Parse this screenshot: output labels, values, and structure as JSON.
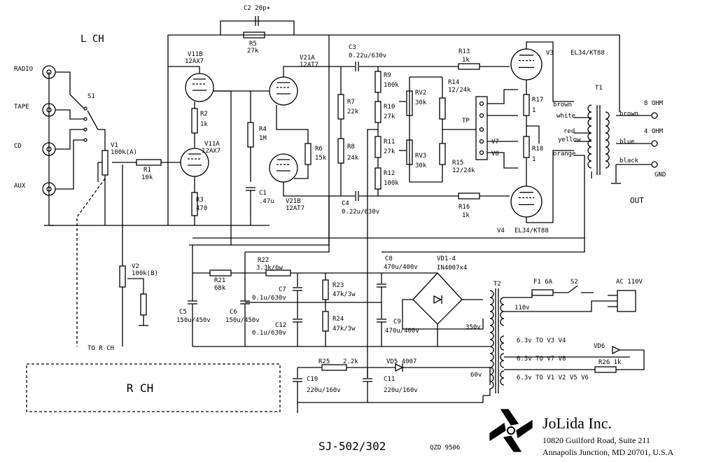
{
  "title": "L CH",
  "r_ch": "R CH",
  "out_label": "OUT",
  "model": "SJ-502/302",
  "drawn": "QZD 9506",
  "company": {
    "name": "JoLida Inc.",
    "address1": "10820 Guilford Road, Suite 211",
    "address2": "Annapolis Junction, MD 20701, U.S.A"
  },
  "inputs": [
    "RADIO",
    "TAPE",
    "CD",
    "AUX"
  ],
  "to_r_ch": "TO R CH",
  "labels": {
    "s1": "S1",
    "v1a": "V1",
    "v1b": "100k(A)",
    "v2a": "V2",
    "v2b": "100k(B)",
    "r1a": "R1",
    "r1b": "10k",
    "r2a": "R2",
    "r2b": "1k",
    "r3a": "R3",
    "r3b": "470",
    "r4a": "R4",
    "r4b": "1M",
    "r5a": "R5",
    "r5b": "27k",
    "c2": "C2 20p+",
    "v11b_a": "V11B",
    "v11b_b": "12AX7",
    "v11a_a": "V11A",
    "v11a_b": "12AX7",
    "v21a_a": "V21A",
    "v21a_b": "12AT7",
    "v21b_a": "V21B",
    "v21b_b": "12AT7",
    "c1a": "C1",
    "c1b": ".47u",
    "r6a": "R6",
    "r6b": "15k",
    "r7a": "R7",
    "r7b": "22k",
    "r8a": "R8",
    "r8b": "24k",
    "c3a": "C3",
    "c3b": "0.22u/630v",
    "c4a": "C4",
    "c4b": "0.22u/630v",
    "r9a": "R9",
    "r9b": "100k",
    "r10a": "R10",
    "r10b": "27k",
    "r11a": "R11",
    "r11b": "27k",
    "r12a": "R12",
    "r12b": "100k",
    "rv2a": "RV2",
    "rv2b": "30k",
    "rv3a": "RV3",
    "rv3b": "30k",
    "r14a": "R14",
    "r14b": "12/24k",
    "r15a": "R15",
    "r15b": "12/24k",
    "r13a": "R13",
    "r13b": "1k",
    "r16a": "R16",
    "r16b": "1k",
    "tp": "TP",
    "v7": "V7",
    "v8": "V8",
    "r17a": "R17",
    "r17b": "1",
    "r18a": "R18",
    "r18b": "1",
    "v3": "V3",
    "v3t": "EL34/KT88",
    "v4": "V4",
    "v4t": "EL34/KT88",
    "t1": "T1",
    "brown": "brown",
    "white": "white",
    "red": "red",
    "yellow": "yellow",
    "orange": "orange",
    "ohm8": "8 OHM",
    "brown2": "brown",
    "ohm4": "4 OHM",
    "blue": "blue",
    "black": "black",
    "gnd": "GND",
    "r21a": "R21",
    "r21b": "68k",
    "r22a": "R22",
    "r22b": "3.3k/6w",
    "c5": "C5",
    "c5v": "150u/450v",
    "c6": "C6",
    "c6v": "150u/450v",
    "c7a": "C7",
    "c7b": "0.1u/630v",
    "c12a": "C12",
    "c12b": "0.1u/630v",
    "r23a": "R23",
    "r23b": "47k/3w",
    "r24a": "R24",
    "r24b": "47k/3w",
    "c8a": "C8",
    "c8b": "470u/400v",
    "c9a": "C9",
    "c9b": "470u/400v",
    "vd14a": "VD1-4",
    "vd14b": "IN4007x4",
    "t2": "T2",
    "f1": "F1 6A",
    "s2": "S2",
    "ac": "AC 110V",
    "v110": "110v",
    "v350": "350v",
    "v60": "60v",
    "h1": "6.3v TO V3 V4",
    "h2": "6.3v TO V7 V8",
    "h3": "6.3v TO V1 V2 V5 V6",
    "vd6": "VD6",
    "r26r": "R26 1k",
    "r25a": "R25",
    "r25b": "2.2k",
    "vd5": "VD5 4007",
    "c10a": "C10",
    "c10b": "220u/160v",
    "c11a": "C11",
    "c11b": "220u/160v"
  }
}
